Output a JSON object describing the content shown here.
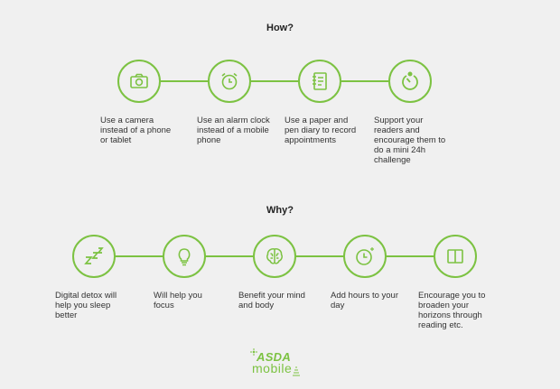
{
  "how": {
    "heading": "How?",
    "steps": [
      {
        "icon": "camera-icon",
        "text": "Use a camera instead of a phone or tablet"
      },
      {
        "icon": "alarm-clock-icon",
        "text": "Use an alarm clock instead of a mobile phone"
      },
      {
        "icon": "diary-icon",
        "text": "Use a paper and pen diary to record appointments"
      },
      {
        "icon": "stopwatch-icon",
        "text": "Support your readers and encourage them to do a mini 24h challenge"
      }
    ]
  },
  "why": {
    "heading": "Why?",
    "steps": [
      {
        "icon": "sleep-zzz-icon",
        "text": "Digital detox will help you sleep better"
      },
      {
        "icon": "lightbulb-icon",
        "text": "Will help you focus"
      },
      {
        "icon": "brain-icon",
        "text": "Benefit your mind and body"
      },
      {
        "icon": "clock-plus-icon",
        "text": "Add hours to your day"
      },
      {
        "icon": "book-icon",
        "text": "Encourage you to broaden your horizons through reading etc."
      }
    ]
  },
  "logo": {
    "brand": "ASDA",
    "product": "mobile"
  },
  "colors": {
    "accent": "#7cc242",
    "background": "#f0f0f0",
    "text": "#333333"
  }
}
